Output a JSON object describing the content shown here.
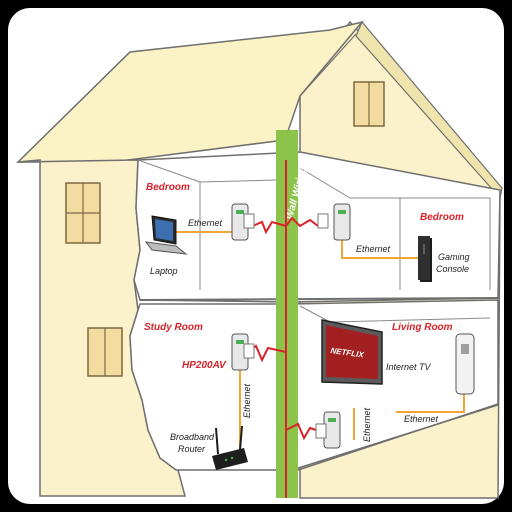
{
  "colors": {
    "roof": "#fbf2c6",
    "wall": "#fbf1cb",
    "outline": "#6f6f6f",
    "wire_red": "#d8232a",
    "wire_orange": "#f3a53a",
    "wall_wiring": "#8cc34a",
    "label_red": "#d8232a",
    "frame": "#000000"
  },
  "rooms": {
    "bedroom_left": "Bedroom",
    "bedroom_right": "Bedroom",
    "study": "Study Room",
    "living": "Living Room"
  },
  "wall_wiring_label": "Wall Wiring",
  "devices": {
    "laptop": "Laptop",
    "gaming_line1": "Gaming",
    "gaming_line2": "Console",
    "adapter": "HP200AV",
    "router_line1": "Broadband",
    "router_line2": "Router",
    "internet_tv": "Internet TV",
    "tv_brand": "NETFLIX"
  },
  "ethernet": "Ethernet",
  "icons": [
    "laptop-icon",
    "gaming-console-icon",
    "router-icon",
    "tv-icon",
    "powerline-adapter-icon",
    "wall-outlet-icon",
    "window-icon"
  ]
}
